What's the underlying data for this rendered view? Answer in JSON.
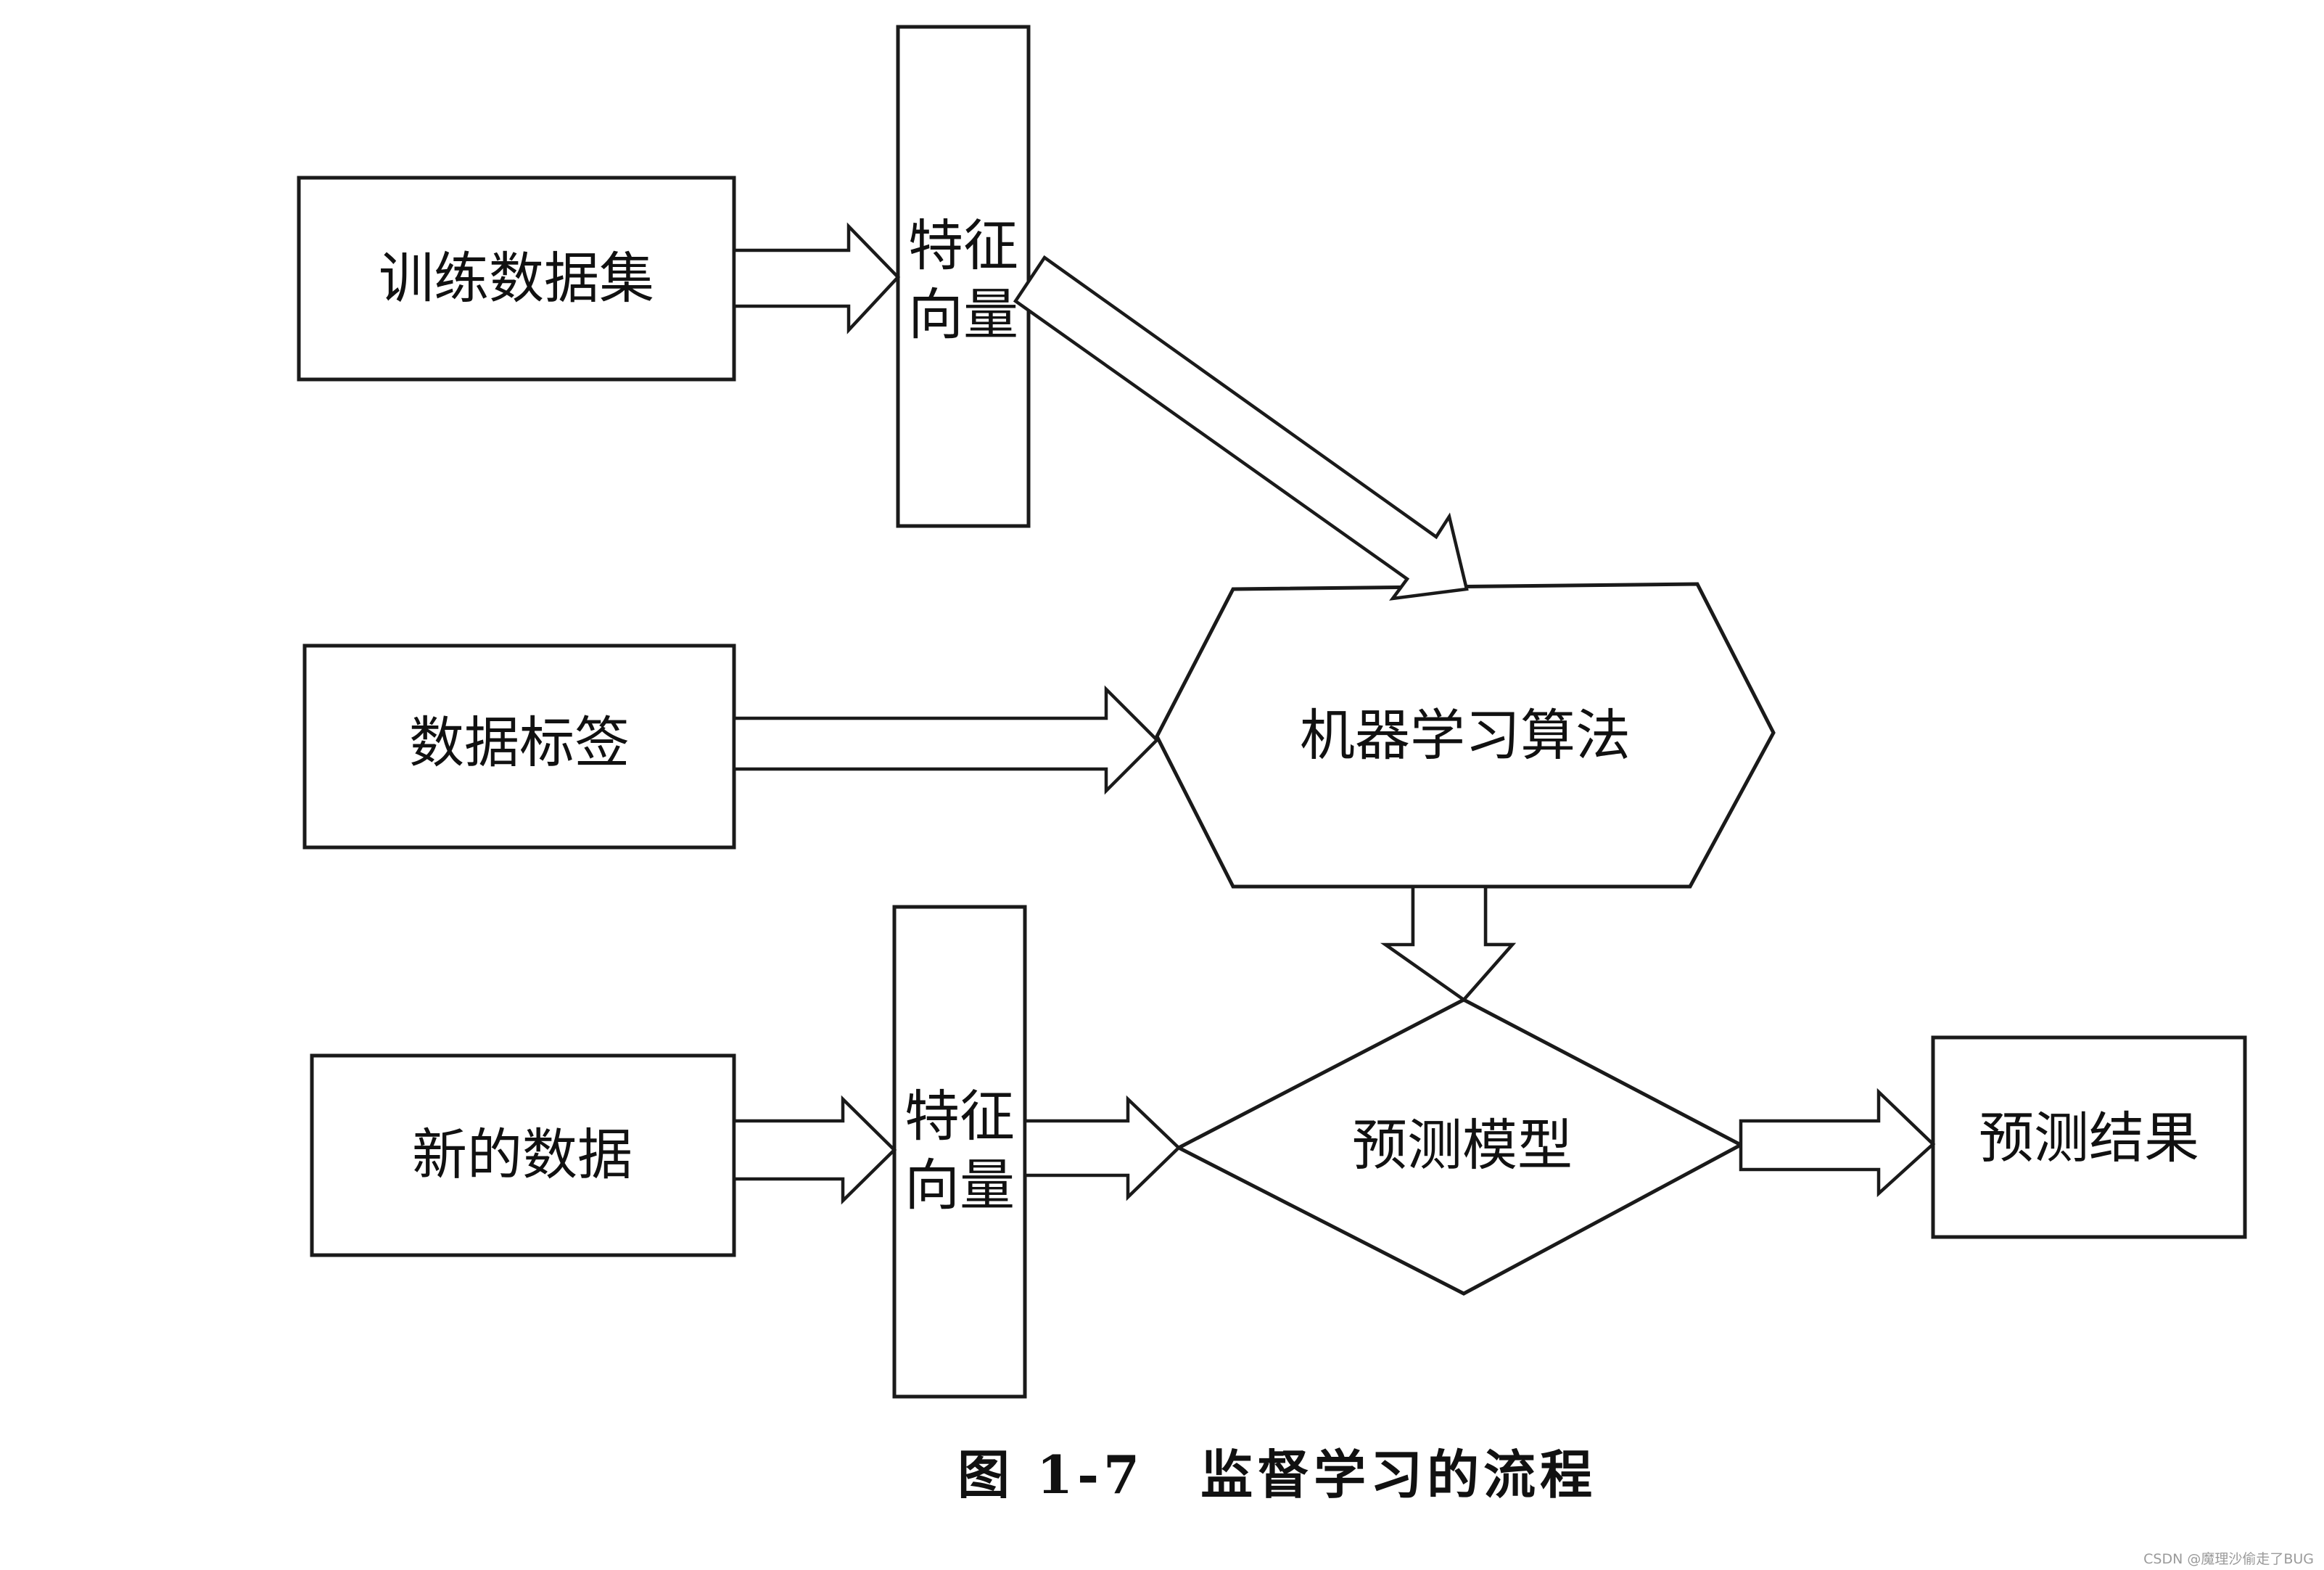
{
  "nodes": {
    "training_data": "训练数据集",
    "feature_vector_top": [
      "特征",
      "向量"
    ],
    "data_labels": "数据标签",
    "ml_algorithm": "机器学习算法",
    "new_data": "新的数据",
    "feature_vector_bottom": [
      "特征",
      "向量"
    ],
    "prediction_model": "预测模型",
    "prediction_result": "预测结果"
  },
  "caption": "图 1-7　监督学习的流程",
  "watermark": "CSDN @魔理沙偷走了BUG"
}
